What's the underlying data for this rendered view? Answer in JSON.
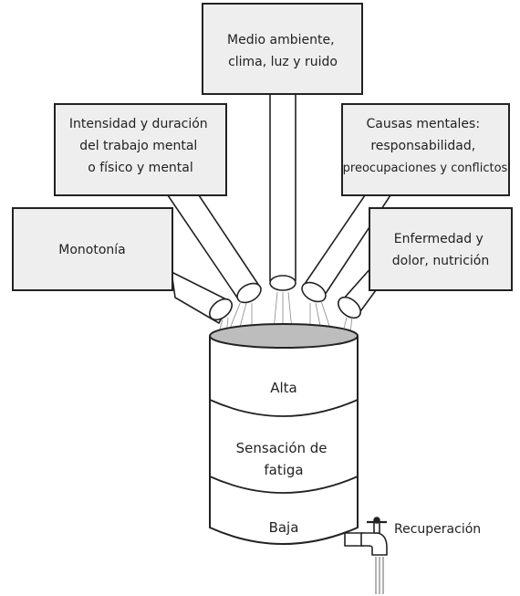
{
  "causes": {
    "medio_ambiente": [
      "Medio ambiente,",
      "clima, luz y ruido"
    ],
    "intensidad": [
      "Intensidad y duración",
      "del trabajo mental",
      "o físico y mental"
    ],
    "causas_mentales": [
      "Causas mentales:",
      "responsabilidad,",
      "preocupaciones y conflictos"
    ],
    "monotonia": [
      "Monotonía"
    ],
    "enfermedad": [
      "Enfermedad y",
      "dolor, nutrición"
    ]
  },
  "barrel": {
    "top_label": "Alta",
    "middle_label": [
      "Sensación de",
      "fatiga"
    ],
    "bottom_label": "Baja"
  },
  "tap": {
    "label": "Recuperación"
  },
  "colors": {
    "box_fill": "#eeeeee",
    "stroke": "#222222",
    "barrel_top": "#bdbdbd"
  }
}
